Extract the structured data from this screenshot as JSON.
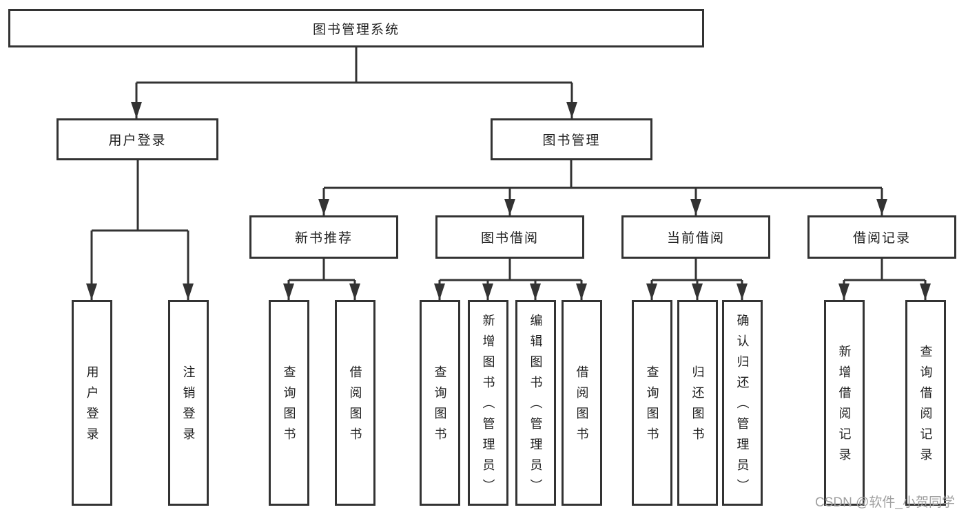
{
  "colors": {
    "line": "#333333",
    "box_border": "#333333",
    "text": "#1f1f1f",
    "watermark": "#a0a0a0",
    "background": "#ffffff"
  },
  "tree": {
    "root": {
      "label": "图书管理系统"
    },
    "branches": [
      {
        "label": "用户登录",
        "children": [
          {
            "label": "用户登录"
          },
          {
            "label": "注销登录"
          }
        ]
      },
      {
        "label": "图书管理",
        "children": [
          {
            "label": "新书推荐",
            "children": [
              {
                "label": "查询图书"
              },
              {
                "label": "借阅图书"
              }
            ]
          },
          {
            "label": "图书借阅",
            "children": [
              {
                "label": "查询图书"
              },
              {
                "label": "新增图书（管理员）"
              },
              {
                "label": "编辑图书（管理员）"
              },
              {
                "label": "借阅图书"
              }
            ]
          },
          {
            "label": "当前借阅",
            "children": [
              {
                "label": "查询图书"
              },
              {
                "label": "归还图书"
              },
              {
                "label": "确认归还（管理员）"
              }
            ]
          },
          {
            "label": "借阅记录",
            "children": [
              {
                "label": "新增借阅记录"
              },
              {
                "label": "查询借阅记录"
              }
            ]
          }
        ]
      }
    ]
  },
  "watermark": {
    "text": "CSDN @软件_小贺同学"
  }
}
